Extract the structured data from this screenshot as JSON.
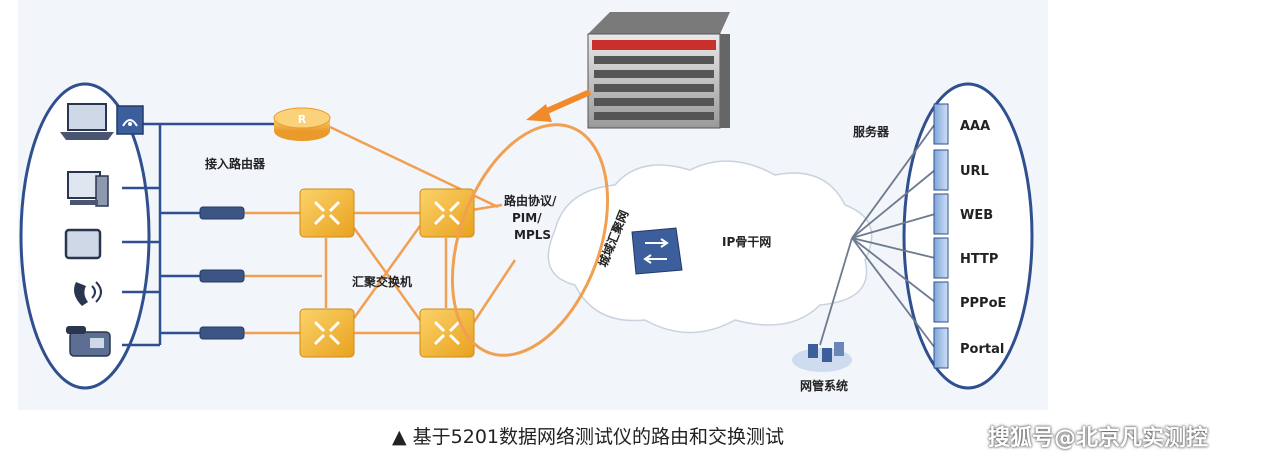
{
  "labels": {
    "access_router": "接入路由器",
    "aggregation_switch": "汇聚交换机",
    "routing_protocols": [
      "路由协议/",
      "PIM/",
      "MPLS"
    ],
    "metro_network": "城域汇聚网",
    "ip_backbone": "IP骨干网",
    "servers": "服务器",
    "nms": "网管系统"
  },
  "servers": [
    "AAA",
    "URL",
    "WEB",
    "HTTP",
    "PPPoE",
    "Portal"
  ],
  "caption": "▲ 基于5201数据网络测试仪的路由和交换测试",
  "watermark": "搜狐号@北京凡实测控",
  "colors": {
    "orange_link": "#f0a050",
    "orange_arrow": "#f08a2a",
    "blue_link": "#2f4f8f",
    "ellipse_stroke": "#2f4f8f",
    "switch_fill": "#f6b92a"
  }
}
